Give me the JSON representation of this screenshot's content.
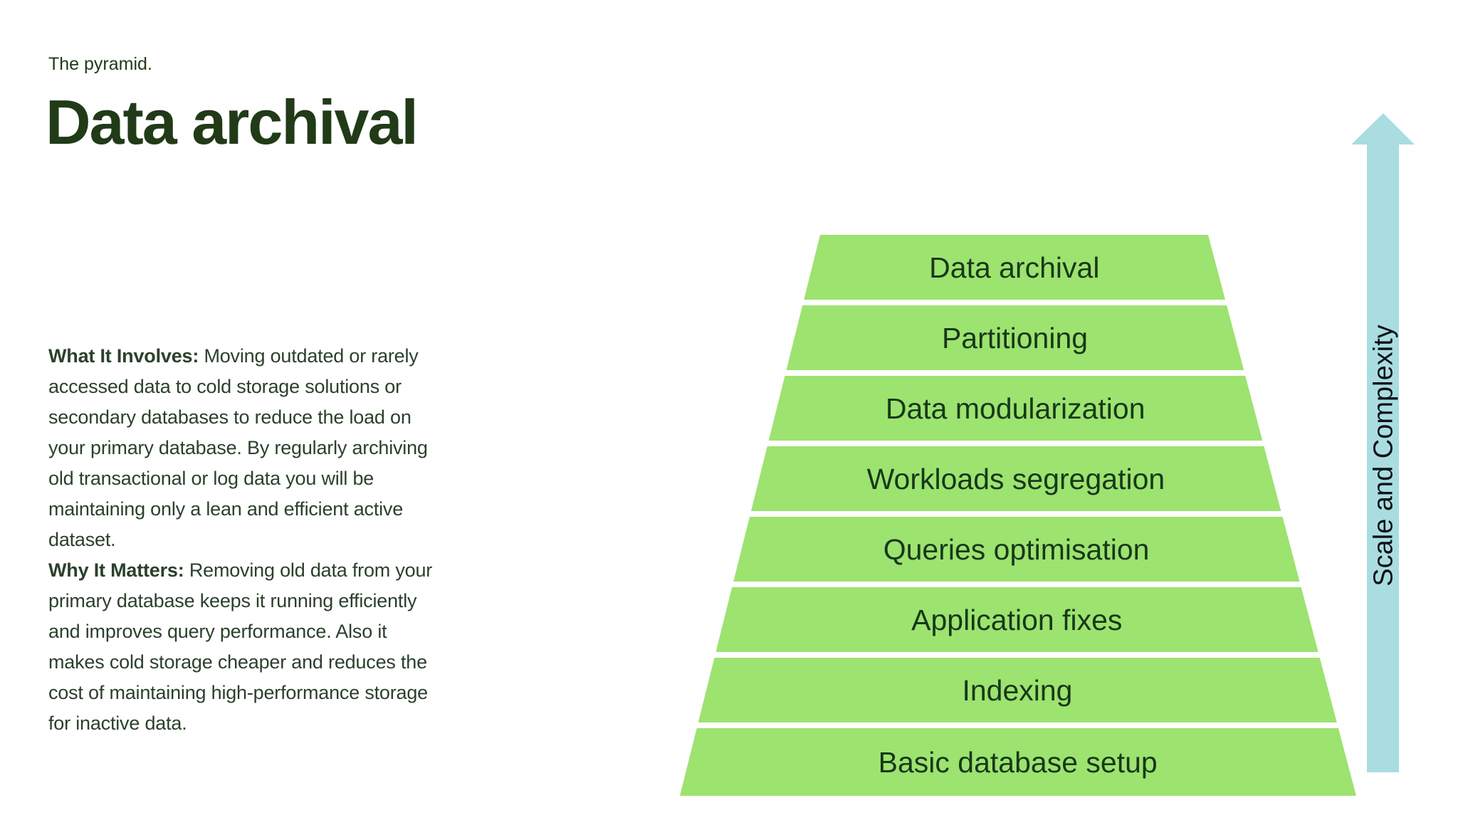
{
  "slide": {
    "kicker": "The pyramid.",
    "title": "Data archival"
  },
  "description": {
    "paragraphs": [
      {
        "lead": "What It Involves:",
        "text": "Moving outdated or rarely accessed data to cold storage solutions or secondary databases to reduce the load on your primary database. By regularly archiving old transactional or log data you will be maintaining only a lean and efficient active dataset."
      },
      {
        "lead": "Why It Matters:",
        "text": "Removing old data from your primary database keeps it running efficiently and improves query performance. Also it makes cold storage cheaper and reduces the cost of maintaining high-performance storage for inactive data."
      }
    ]
  },
  "pyramid": {
    "levels": [
      {
        "label": "Data archival"
      },
      {
        "label": "Partitioning"
      },
      {
        "label": "Data modularization"
      },
      {
        "label": "Workloads segregation"
      },
      {
        "label": "Queries optimisation"
      },
      {
        "label": "Application fixes"
      },
      {
        "label": "Indexing"
      },
      {
        "label": "Basic database setup"
      }
    ]
  },
  "axis_arrow": {
    "label": "Scale and Complexity"
  },
  "colors": {
    "background": "#ffffff",
    "level_fill": "#9de36f",
    "level_text": "#17381a",
    "arrow_fill": "#a9dde1",
    "arrow_text": "#0d1216",
    "title_text": "#213a17",
    "body_text": "#2b402b"
  }
}
